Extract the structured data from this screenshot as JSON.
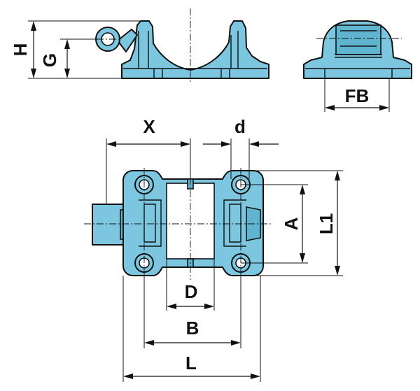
{
  "labels": {
    "H": "H",
    "G": "G",
    "FB": "FB",
    "X": "X",
    "d": "d",
    "A": "A",
    "L1": "L1",
    "D": "D",
    "B": "B",
    "L": "L"
  },
  "colors": {
    "part_fill": "#7cc7df",
    "part_shade": "#5fb4cf",
    "line": "#111111",
    "background": "#ffffff"
  }
}
